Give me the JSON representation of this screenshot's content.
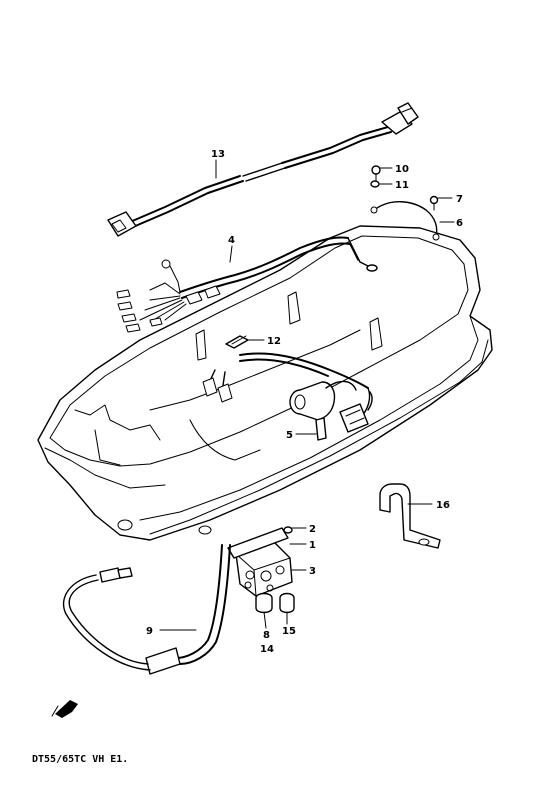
{
  "diagram": {
    "footer_label": "DT55/65TC VH E1.",
    "callouts": [
      {
        "id": "13",
        "text": "13"
      },
      {
        "id": "10",
        "text": "10"
      },
      {
        "id": "11",
        "text": "11"
      },
      {
        "id": "7",
        "text": "7"
      },
      {
        "id": "6",
        "text": "6"
      },
      {
        "id": "4",
        "text": "4"
      },
      {
        "id": "12",
        "text": "12"
      },
      {
        "id": "5",
        "text": "5"
      },
      {
        "id": "16",
        "text": "16"
      },
      {
        "id": "2",
        "text": "2"
      },
      {
        "id": "1",
        "text": "1"
      },
      {
        "id": "3",
        "text": "3"
      },
      {
        "id": "9",
        "text": "9"
      },
      {
        "id": "8",
        "text": "8"
      },
      {
        "id": "15",
        "text": "15"
      },
      {
        "id": "14",
        "text": "14"
      }
    ]
  }
}
